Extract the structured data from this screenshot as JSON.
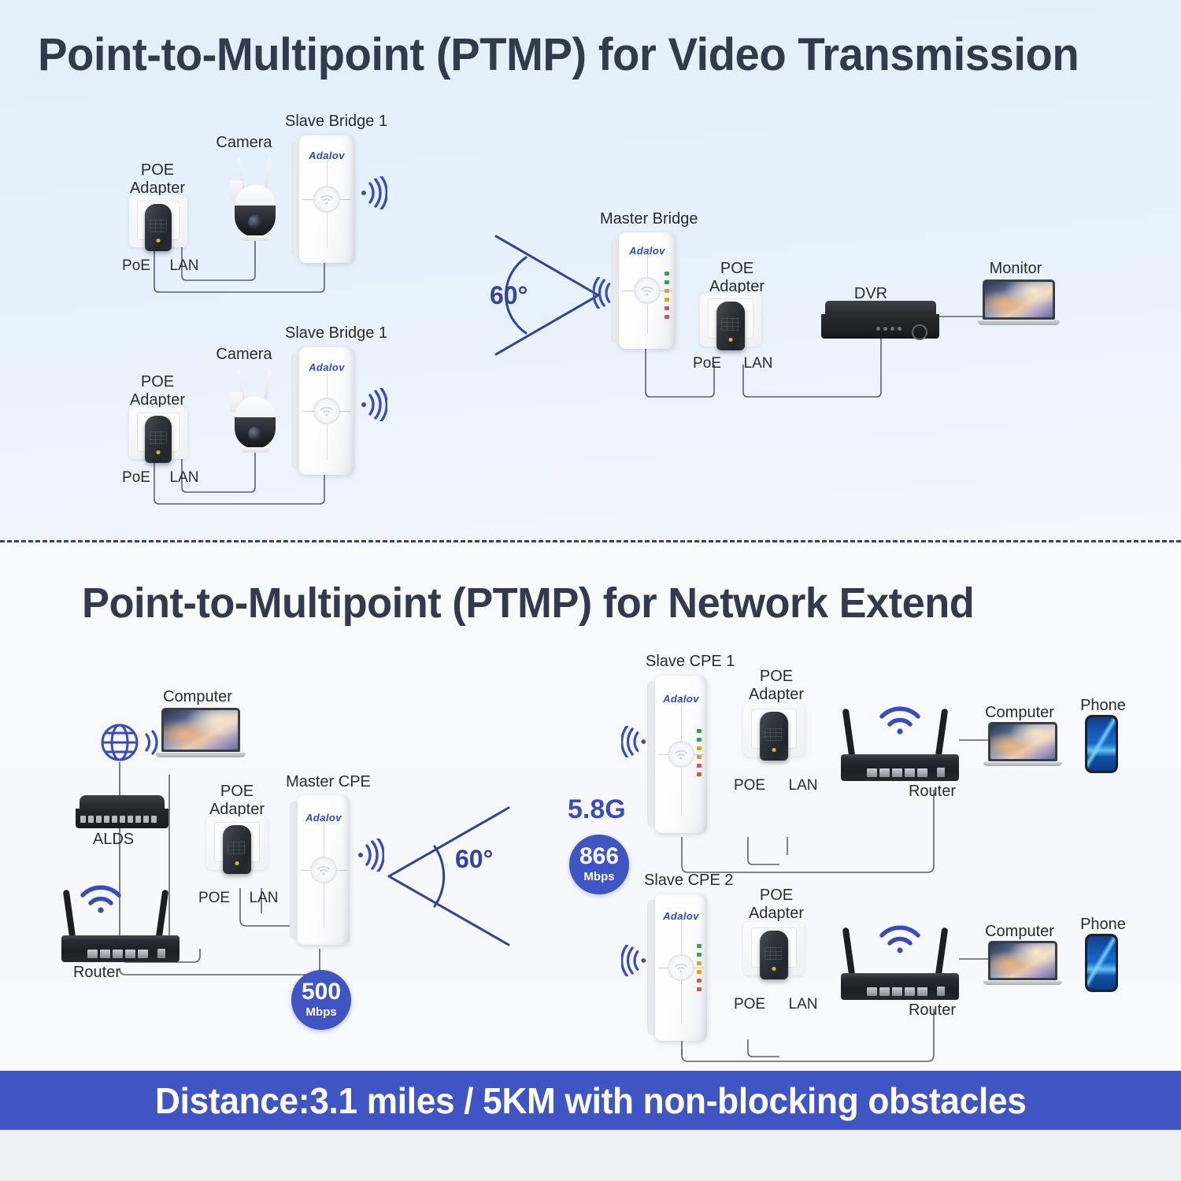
{
  "sections": {
    "top": {
      "title": "Point-to-Multipoint (PTMP) for Video Transmission",
      "angle_label": "60°",
      "nodes": {
        "slave_bridge_1a": "Slave Bridge 1",
        "slave_bridge_1b": "Slave Bridge 1",
        "camera_a": "Camera",
        "camera_b": "Camera",
        "poe_adapter_a": "POE\nAdapter",
        "poe_adapter_b": "POE\nAdapter",
        "poe_adapter_master": "POE\nAdapter",
        "master_bridge": "Master Bridge",
        "dvr": "DVR",
        "monitor": "Monitor"
      },
      "port_labels": {
        "poe_a": "PoE",
        "lan_a": "LAN",
        "poe_b": "PoE",
        "lan_b": "LAN",
        "poe_master": "PoE",
        "lan_master": "LAN"
      }
    },
    "bottom": {
      "title": "Point-to-Multipoint (PTMP) for Network Extend",
      "angle_label": "60°",
      "frequency": "5.8G",
      "speed_badge_right": {
        "value": "866",
        "unit": "Mbps"
      },
      "speed_badge_left": {
        "value": "500",
        "unit": "Mbps"
      },
      "nodes": {
        "computer_left": "Computer",
        "switch": "ALDS",
        "router_left": "Router",
        "poe_adapter_master": "POE\nAdapter",
        "master_cpe": "Master CPE",
        "slave_cpe_1": "Slave CPE 1",
        "slave_cpe_2": "Slave CPE 2",
        "poe_adapter_cpe1": "POE\nAdapter",
        "poe_adapter_cpe2": "POE\nAdapter",
        "router_cpe1": "Router",
        "router_cpe2": "Router",
        "computer_cpe1": "Computer",
        "computer_cpe2": "Computer",
        "phone_cpe1": "Phone",
        "phone_cpe2": "Phone"
      },
      "port_labels": {
        "poe_master": "POE",
        "lan_master": "LAN",
        "poe_cpe1": "POE",
        "lan_cpe1": "LAN",
        "poe_cpe2": "POE",
        "lan_cpe2": "LAN"
      }
    }
  },
  "banner": {
    "text": "Distance:3.1 miles / 5KM with non-blocking obstacles"
  },
  "brand": {
    "name": "Adalov"
  },
  "colors": {
    "accent_blue": "#3f55c4",
    "signal_blue": "#3a4bbf",
    "title_dark": "#323a4d",
    "banner_bg": "#3f55c4",
    "top_bg": "#e3f0fb",
    "bottom_bg": "#f7f9fc"
  }
}
